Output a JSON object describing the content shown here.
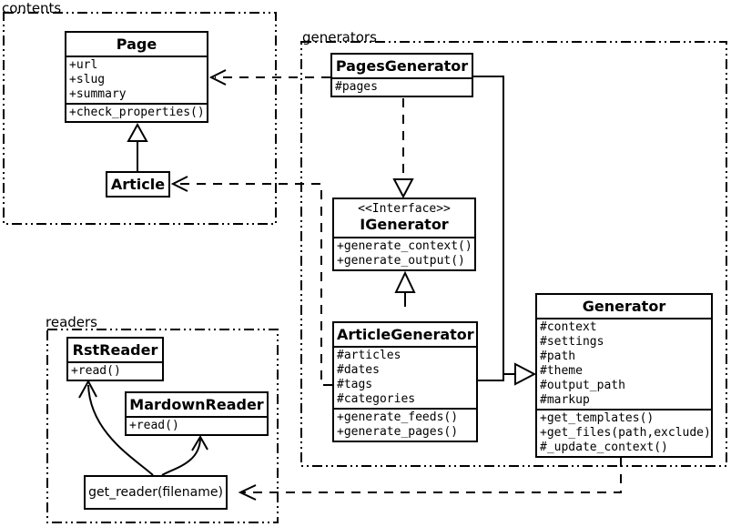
{
  "diagram": {
    "type": "uml-class-diagram"
  },
  "packages": {
    "contents": {
      "label": "contents"
    },
    "generators": {
      "label": "generators"
    },
    "readers": {
      "label": "readers"
    }
  },
  "classes": {
    "page": {
      "name": "Page",
      "attributes": [
        "+url",
        "+slug",
        "+summary"
      ],
      "methods": [
        "+check_properties()"
      ]
    },
    "article": {
      "name": "Article"
    },
    "pages_generator": {
      "name": "PagesGenerator",
      "attributes": [
        "#pages"
      ]
    },
    "igenerator": {
      "stereotype": "<<Interface>>",
      "name": "IGenerator",
      "methods": [
        "+generate_context()",
        "+generate_output()"
      ]
    },
    "article_generator": {
      "name": "ArticleGenerator",
      "attributes": [
        "#articles",
        "#dates",
        "#tags",
        "#categories"
      ],
      "methods": [
        "+generate_feeds()",
        "+generate_pages()"
      ]
    },
    "generator": {
      "name": "Generator",
      "attributes": [
        "#context",
        "#settings",
        "#path",
        "#theme",
        "#output_path",
        "#markup"
      ],
      "methods": [
        "+get_templates()",
        "+get_files(path,exclude)",
        "#_update_context()"
      ]
    },
    "rst_reader": {
      "name": "RstReader",
      "methods": [
        "+read()"
      ]
    },
    "mardown_reader": {
      "name": "MardownReader",
      "methods": [
        "+read()"
      ]
    },
    "get_reader": {
      "label": "get_reader(filename)"
    }
  },
  "relationships": [
    {
      "from": "Article",
      "to": "Page",
      "type": "generalization"
    },
    {
      "from": "PagesGenerator",
      "to": "Page",
      "type": "dependency"
    },
    {
      "from": "ArticleGenerator",
      "to": "Article",
      "type": "dependency"
    },
    {
      "from": "PagesGenerator",
      "to": "IGenerator",
      "type": "realization"
    },
    {
      "from": "ArticleGenerator",
      "to": "IGenerator",
      "type": "realization"
    },
    {
      "from": "PagesGenerator",
      "to": "Generator",
      "type": "generalization"
    },
    {
      "from": "ArticleGenerator",
      "to": "Generator",
      "type": "generalization"
    },
    {
      "from": "Generator",
      "to": "get_reader(filename)",
      "type": "dependency"
    },
    {
      "from": "get_reader(filename)",
      "to": "RstReader",
      "type": "arrow"
    },
    {
      "from": "get_reader(filename)",
      "to": "MardownReader",
      "type": "arrow"
    }
  ],
  "colors": {
    "line": "#000000",
    "fill": "#ffffff"
  }
}
